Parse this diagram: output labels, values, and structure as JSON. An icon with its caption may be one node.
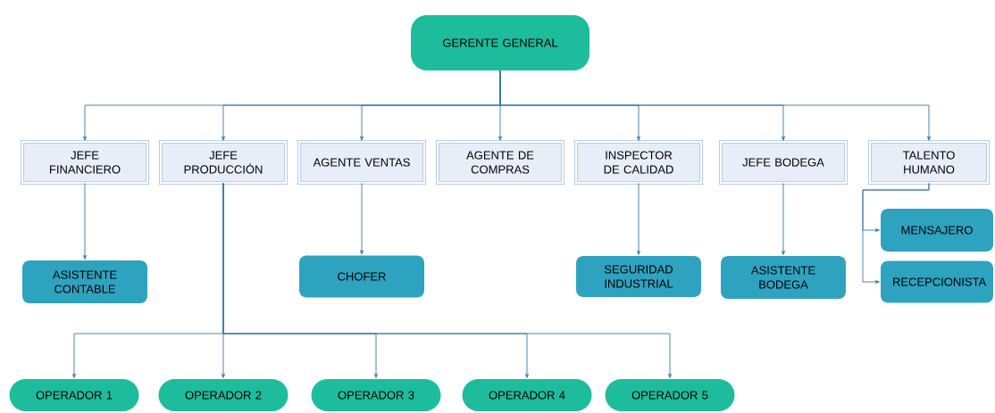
{
  "diagram": {
    "nodes": [
      {
        "text": [
          "GERENTE GENERAL"
        ]
      },
      {
        "text": [
          "JEFE FINANCIERO"
        ]
      },
      {
        "text": [
          "JEFE PRODUCCIÓN"
        ]
      },
      {
        "text": [
          "AGENTE VENTAS"
        ]
      },
      {
        "text": [
          "AGENTE DE COMPRAS"
        ]
      },
      {
        "text": [
          "INSPECTOR DE CALIDAD"
        ]
      },
      {
        "text": [
          "JEFE BODEGA"
        ]
      },
      {
        "text": [
          "TALENTO HUMANO"
        ]
      },
      {
        "text": [
          "ASISTENTE CONTABLE"
        ]
      },
      {
        "text": [
          "CHOFER"
        ]
      },
      {
        "text": [
          "SEGURIDAD INDUSTRIAL"
        ]
      },
      {
        "text": [
          "ASISTENTE BODEGA"
        ]
      },
      {
        "text": [
          "MENSAJERO"
        ]
      },
      {
        "text": [
          "RECEPCIONISTA"
        ]
      },
      {
        "text": [
          "OPERADOR 1"
        ]
      },
      {
        "text": [
          "OPERADOR 2"
        ]
      },
      {
        "text": [
          "OPERADOR 3"
        ]
      },
      {
        "text": [
          "OPERADOR 4"
        ]
      },
      {
        "text": [
          "OPERADOR 5"
        ]
      }
    ],
    "edges": [
      {
        "from": 0,
        "to": 1,
        "arrow": "to"
      },
      {
        "from": 0,
        "to": 2,
        "arrow": "to"
      },
      {
        "from": 0,
        "to": 3,
        "arrow": "to"
      },
      {
        "from": 0,
        "to": 4,
        "arrow": "to"
      },
      {
        "from": 0,
        "to": 5,
        "arrow": "to"
      },
      {
        "from": 0,
        "to": 6,
        "arrow": "to"
      },
      {
        "from": 0,
        "to": 7,
        "arrow": "to"
      },
      {
        "from": 1,
        "to": 8,
        "arrow": "to"
      },
      {
        "from": 3,
        "to": 9,
        "arrow": "to"
      },
      {
        "from": 5,
        "to": 10,
        "arrow": "to"
      },
      {
        "from": 6,
        "to": 11,
        "arrow": "to"
      },
      {
        "from": 7,
        "to": 12,
        "arrow": "to"
      },
      {
        "from": 7,
        "to": 13,
        "arrow": "to"
      },
      {
        "from": 2,
        "to": 14,
        "arrow": "to"
      },
      {
        "from": 2,
        "to": 15,
        "arrow": "to"
      },
      {
        "from": 2,
        "to": 16,
        "arrow": "to"
      },
      {
        "from": 2,
        "to": 17,
        "arrow": "to"
      },
      {
        "from": 2,
        "to": 18,
        "arrow": "to"
      }
    ]
  }
}
